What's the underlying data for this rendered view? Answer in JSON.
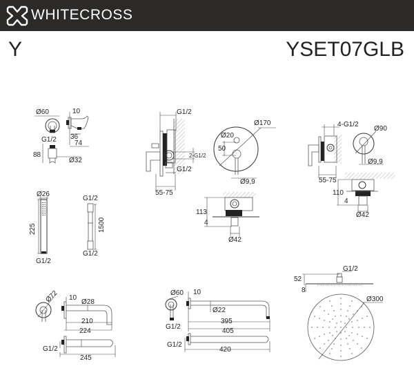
{
  "header": {
    "brand": "WHITECROSS",
    "logo_icon": "cross-logo-icon",
    "background_color": "#2b2a29"
  },
  "title": {
    "series": "Y",
    "model": "YSET07GLB"
  },
  "components": {
    "wall_outlet_holder": {
      "d_outer": "Ø60",
      "thread": "G1/2",
      "height": "88",
      "d_holder": "Ø32",
      "flange": "10",
      "depth_a": "36",
      "depth_b": "74"
    },
    "diverter_mixer": {
      "thread_top": "G1/2",
      "thread_side": "2-G1/2",
      "thread_bottom": "G1/2",
      "install_depth": "55-75",
      "d_plate": "Ø170",
      "d_knob": "Ø20",
      "spacing": "50",
      "d_lever": "Ø9,9"
    },
    "diverter_box_section": {
      "height": "113",
      "plate": "4",
      "d_body": "Ø42"
    },
    "single_mixer": {
      "thread": "4-G1/2",
      "d_plate": "Ø90",
      "d_lever": "Ø9,9",
      "install_depth": "55-75",
      "height": "110",
      "plate": "4",
      "d_body": "Ø42"
    },
    "hand_shower": {
      "diameter": "Ø26",
      "length": "225",
      "thread": "G1/2"
    },
    "hose": {
      "thread_top": "G1/2",
      "length": "1500",
      "thread_bottom": "G1/2"
    },
    "bath_spout": {
      "d_plate": "Ø72",
      "flange": "10",
      "d_pipe": "Ø28",
      "reach_inner": "210",
      "reach_total": "224",
      "thread": "G1/2",
      "reach_alt": "245"
    },
    "shower_arm": {
      "d_plate": "Ø60",
      "flange": "10",
      "d_pipe": "Ø22",
      "thread": "G1/2",
      "reach_inner": "395",
      "reach_total": "405",
      "thread_alt": "G1/2",
      "reach_alt": "420"
    },
    "rain_shower_head": {
      "thread": "G1/2",
      "height": "52",
      "thickness": "8",
      "diameter": "Ø300"
    }
  }
}
